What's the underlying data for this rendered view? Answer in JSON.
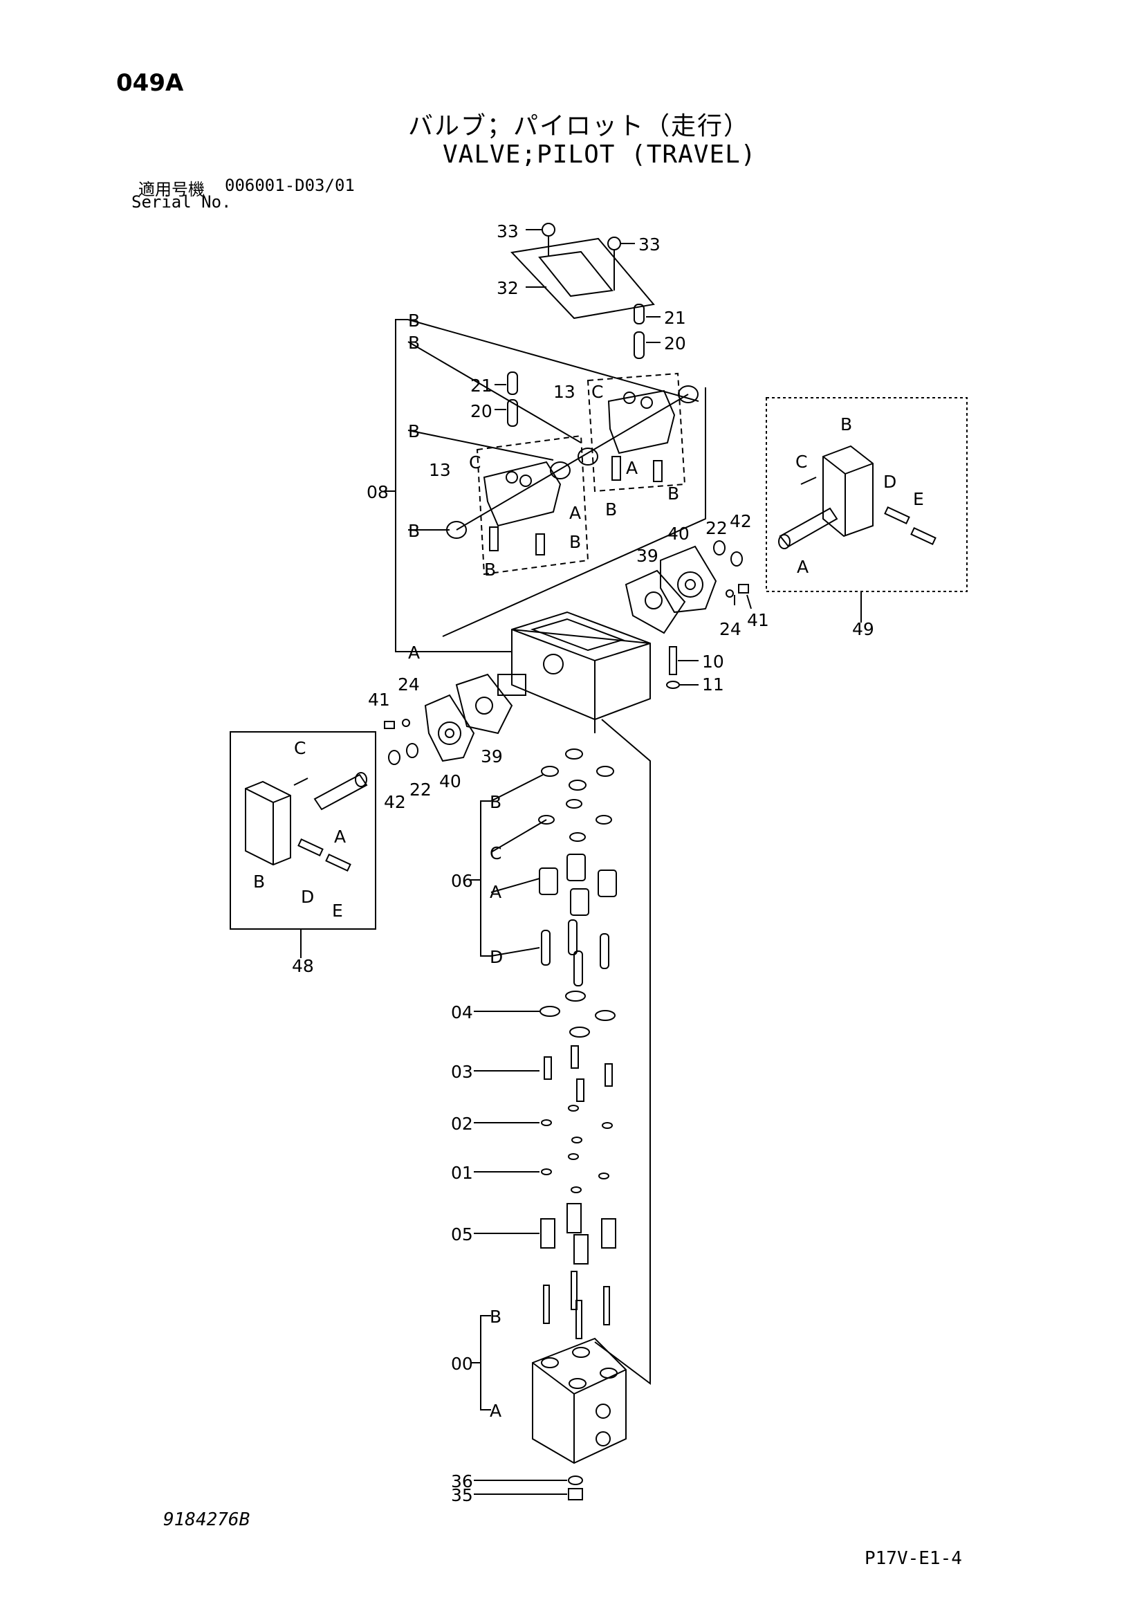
{
  "header": {
    "page_code": "049A",
    "title_jp": "バルブ；パイロット（走行）",
    "title_en": "VALVE;PILOT (TRAVEL)",
    "serial_label_jp": "適用号機",
    "serial_value": "006001-D03/01",
    "serial_label_en": "Serial No."
  },
  "footer": {
    "drawing_no": "9184276B",
    "page_ref": "P17V-E1-4"
  },
  "callouts": {
    "c33a": "33",
    "c33b": "33",
    "c32": "32",
    "c21a": "21",
    "c20a": "20",
    "c21b": "21",
    "c20b": "20",
    "c13a": "13",
    "c13b": "13",
    "c08": "08",
    "c08_B1": "B",
    "c08_B2": "B",
    "c08_B3": "B",
    "c08_B4": "B",
    "c08_A": "A",
    "c13a_C": "C",
    "c13a_A": "A",
    "c13a_B1": "B",
    "c13a_B2": "B",
    "c13b_C": "C",
    "c13b_A": "A",
    "c13b_B1": "B",
    "c13b_B2": "B",
    "c39a": "39",
    "c40a": "40",
    "c22a": "22",
    "c42a": "42",
    "c24a": "24",
    "c41a": "41",
    "c10": "10",
    "c11": "11",
    "c41b": "41",
    "c24b": "24",
    "c39b": "39",
    "c40b": "40",
    "c22b": "22",
    "c42b": "42",
    "c49": "49",
    "c49_B": "B",
    "c49_C": "C",
    "c49_D": "D",
    "c49_E": "E",
    "c49_A": "A",
    "c48": "48",
    "c48_C": "C",
    "c48_A": "A",
    "c48_B": "B",
    "c48_D": "D",
    "c48_E": "E",
    "c06": "06",
    "c06_B": "B",
    "c06_C": "C",
    "c06_A": "A",
    "c06_D": "D",
    "c04": "04",
    "c03": "03",
    "c02": "02",
    "c01": "01",
    "c05": "05",
    "c00": "00",
    "c00_B": "B",
    "c00_A": "A",
    "c36": "36",
    "c35": "35"
  }
}
